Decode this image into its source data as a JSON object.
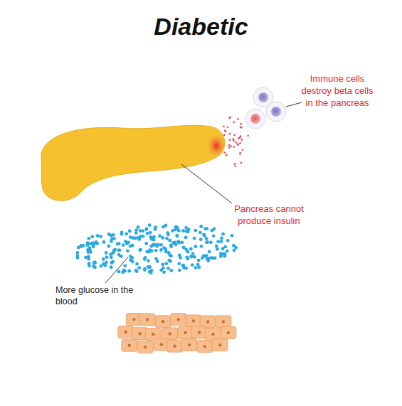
{
  "diagram": {
    "title": "Diabetic",
    "labels": [
      "Immune cells destroy beta cells in the pancreas",
      "Pancreas cannot produce insulin",
      "More glucose in the blood"
    ]
  }
}
